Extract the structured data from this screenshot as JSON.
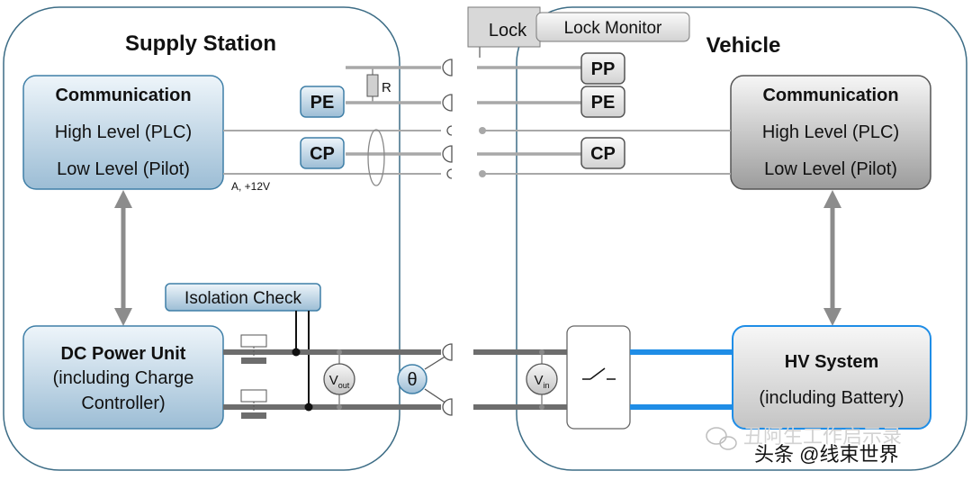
{
  "supply_station": {
    "title": "Supply Station",
    "communication": {
      "title": "Communication",
      "high_level": "High Level (PLC)",
      "low_level": "Low Level (Pilot)"
    },
    "pe_label": "PE",
    "cp_label": "CP",
    "resistor_label": "R",
    "pilot_note": "A, +12V",
    "isolation_check": "Isolation Check",
    "dc_power_unit": {
      "line1": "DC Power Unit",
      "line2": "(including Charge",
      "line3": "Controller)"
    },
    "vout_main": "V",
    "vout_sub": "out",
    "theta": "θ"
  },
  "lock": {
    "lock_label": "Lock",
    "lock_monitor_label": "Lock Monitor"
  },
  "vehicle": {
    "title": "Vehicle",
    "pp_label": "PP",
    "pe_label": "PE",
    "cp_label": "CP",
    "communication": {
      "title": "Communication",
      "high_level": "High Level (PLC)",
      "low_level": "Low Level (Pilot)"
    },
    "vin_main": "V",
    "vin_sub": "in",
    "hv_system": {
      "line1": "HV System",
      "line2": "(including Battery)"
    }
  },
  "watermark": {
    "wechat_line": "丑阿生工作启示录",
    "credit_line": "头条 @线束世界"
  },
  "colors": {
    "blue_box_top": "#e8f1f8",
    "blue_box_bottom": "#9bbcd4",
    "blue_border": "#3f7fa7",
    "gray_box_top": "#f3f3f3",
    "gray_box_bottom": "#9a9a9a",
    "wire_gray": "#a8a8a8",
    "power_line": "#6d6d6d",
    "hv_blue": "#1f8de6",
    "arrow_gray": "#8c8c8c",
    "outline_teal": "#3d6d86"
  }
}
